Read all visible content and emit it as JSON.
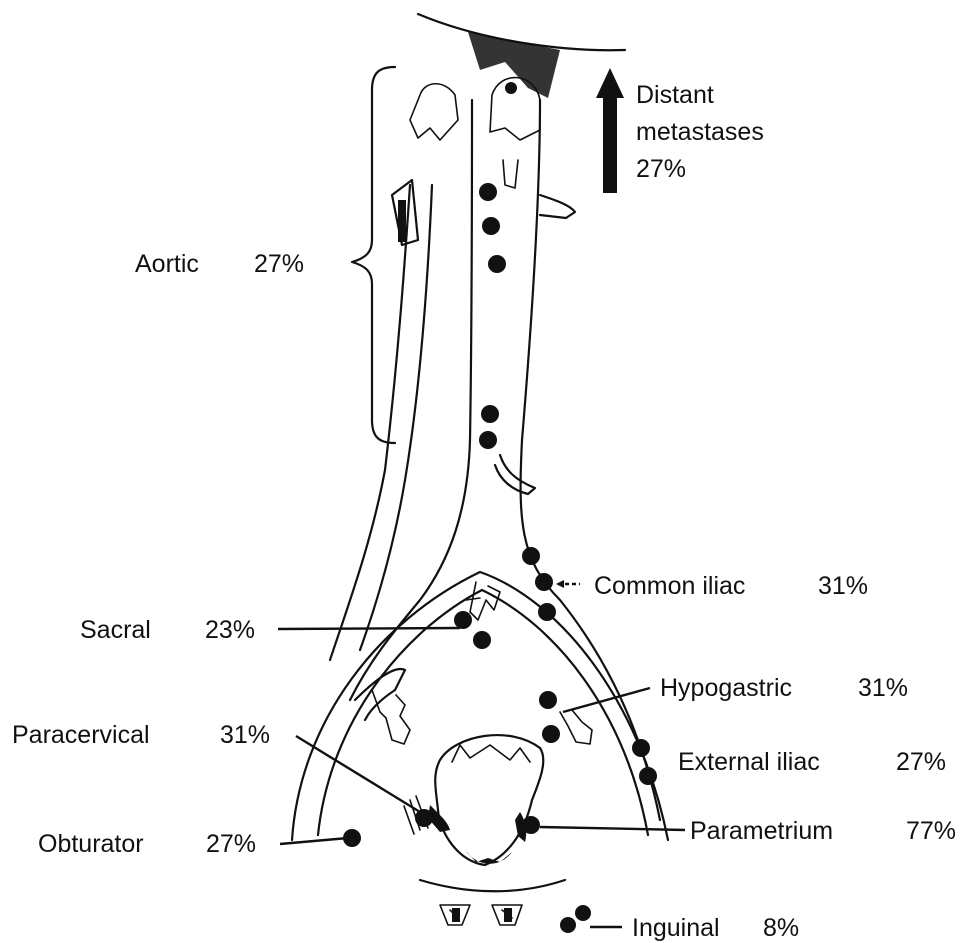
{
  "diagram": {
    "labels": {
      "distant": {
        "lines": [
          "Distant",
          "metastases",
          "27%"
        ]
      },
      "aortic": {
        "name": "Aortic",
        "pct": "27%"
      },
      "common_iliac": {
        "name": "Common iliac",
        "pct": "31%"
      },
      "sacral": {
        "name": "Sacral",
        "pct": "23%"
      },
      "hypogastric": {
        "name": "Hypogastric",
        "pct": "31%"
      },
      "paracervical": {
        "name": "Paracervical",
        "pct": "31%"
      },
      "external_iliac": {
        "name": "External iliac",
        "pct": "27%"
      },
      "obturator": {
        "name": "Obturator",
        "pct": "27%"
      },
      "parametrium": {
        "name": "Parametrium",
        "pct": "77%"
      },
      "inguinal": {
        "name": "Inguinal",
        "pct": "8%"
      }
    },
    "ink_color": "#111111",
    "background": "#ffffff"
  }
}
